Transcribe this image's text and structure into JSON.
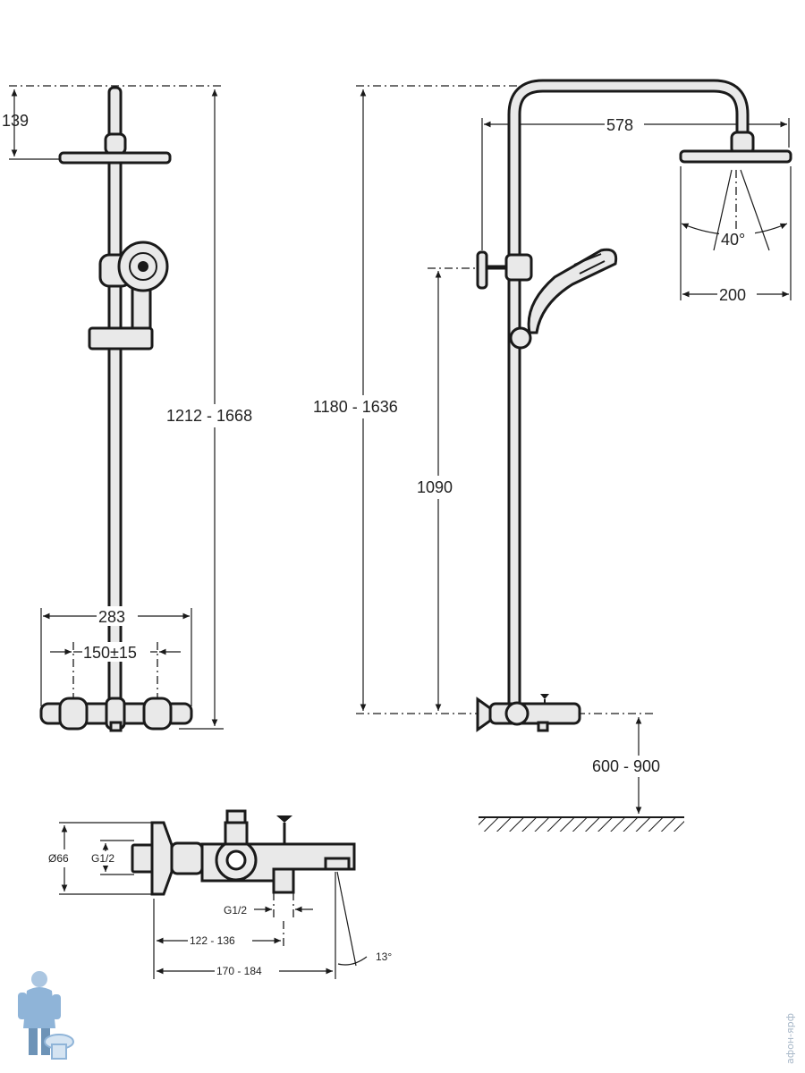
{
  "front_view": {
    "dim_top": "139",
    "dim_height": "1212 - 1668",
    "dim_width": "283",
    "dim_centers": "150±15"
  },
  "side_view": {
    "dim_reach": "578",
    "dim_angle": "40°",
    "dim_head": "200",
    "dim_height": "1180 - 1636",
    "dim_handle": "1090",
    "dim_floor": "600 - 900"
  },
  "mixer_view": {
    "dim_d": "Ø66",
    "dim_g_in": "G1/2",
    "dim_g_out": "G1/2",
    "dim_a": "122 - 136",
    "dim_b": "170 - 184",
    "dim_angle": "13°"
  },
  "watermark": "афон-ярф"
}
